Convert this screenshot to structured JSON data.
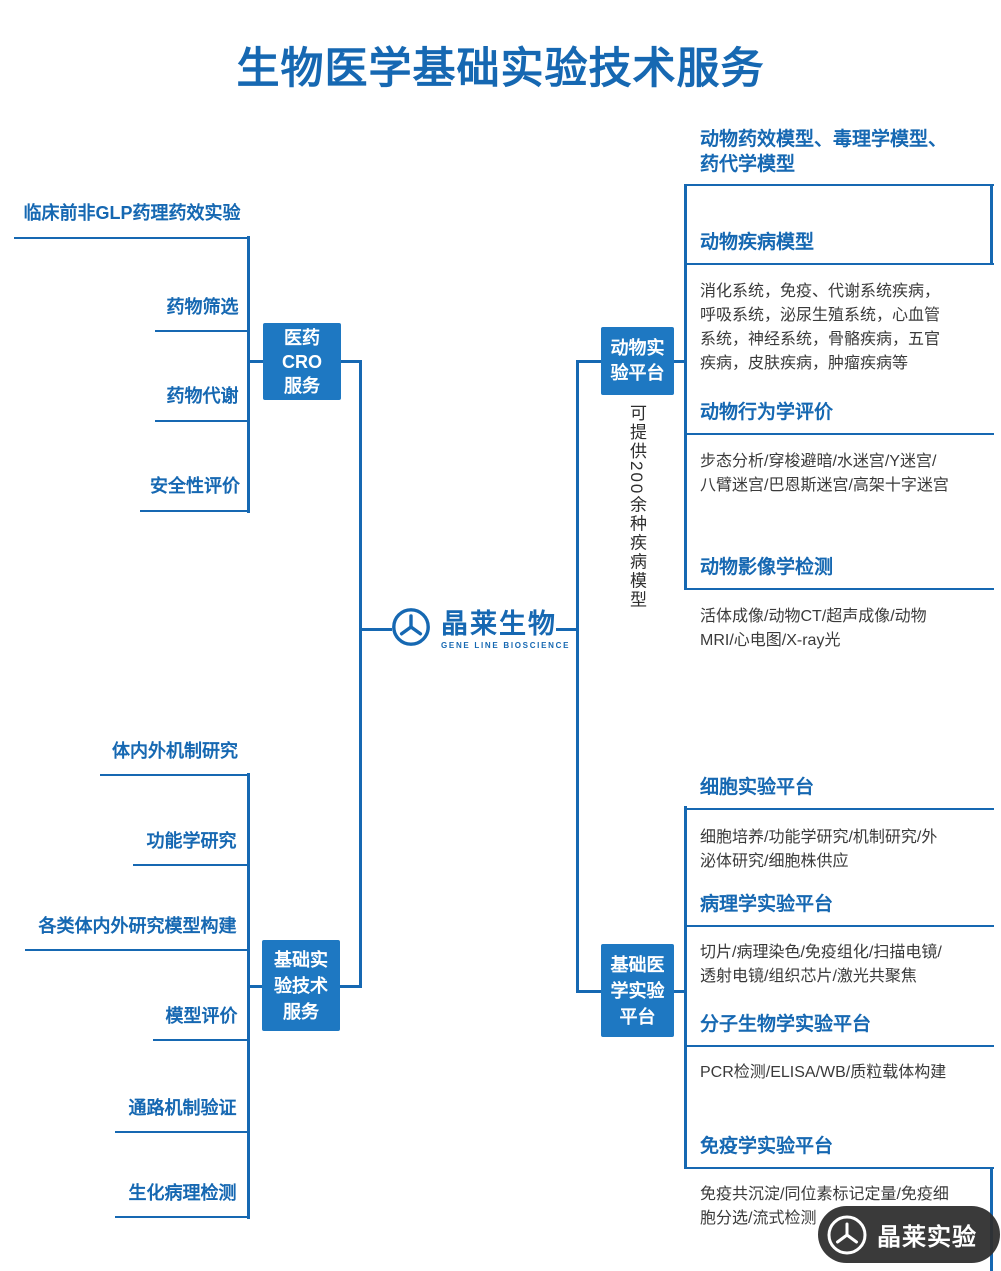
{
  "title": "生物医学基础实验技术服务",
  "colors": {
    "brand_blue": "#1668b2",
    "box_blue": "#1e78c2",
    "text_gray": "#3a3a3a",
    "watermark_bg": "#303030"
  },
  "center": {
    "logo_cn": "晶莱生物",
    "logo_en": "GENE LINE BIOSCIENCE"
  },
  "left_top": {
    "box": "医药\nCRO\n服务",
    "items": [
      "临床前非GLP药理药效实验",
      "药物筛选",
      "药物代谢",
      "安全性评价"
    ]
  },
  "left_bottom": {
    "box": "基础实\n验技术\n服务",
    "items": [
      "体内外机制研究",
      "功能学研究",
      "各类体内外研究模型构建",
      "模型评价",
      "通路机制验证",
      "生化病理检测"
    ]
  },
  "right_top": {
    "box": "动物实\n验平台",
    "vertical_note": "可提供200余种疾病模型",
    "lead_label": "动物药效模型、毒理学模型、药代学模型",
    "sections": [
      {
        "heading": "动物疾病模型",
        "desc": "消化系统，免疫、代谢系统疾病，呼吸系统，泌尿生殖系统，心血管系统，神经系统，骨骼疾病，五官疾病，皮肤疾病，肿瘤疾病等"
      },
      {
        "heading": "动物行为学评价",
        "desc": "步态分析/穿梭避暗/水迷宫/Y迷宫/八臂迷宫/巴恩斯迷宫/高架十字迷宫"
      },
      {
        "heading": "动物影像学检测",
        "desc": "活体成像/动物CT/超声成像/动物MRI/心电图/X-ray光"
      }
    ]
  },
  "right_bottom": {
    "box": "基础医\n学实验\n平台",
    "sections": [
      {
        "heading": "细胞实验平台",
        "desc": "细胞培养/功能学研究/机制研究/外泌体研究/细胞株供应"
      },
      {
        "heading": "病理学实验平台",
        "desc": "切片/病理染色/免疫组化/扫描电镜/透射电镜/组织芯片/激光共聚焦"
      },
      {
        "heading": "分子生物学实验平台",
        "desc": " PCR检测/ELISA/WB/质粒载体构建"
      },
      {
        "heading": "免疫学实验平台",
        "desc": "免疫共沉淀/同位素标记定量/免疫细胞分选/流式检测"
      }
    ]
  },
  "watermark": {
    "text": "晶莱实验"
  }
}
